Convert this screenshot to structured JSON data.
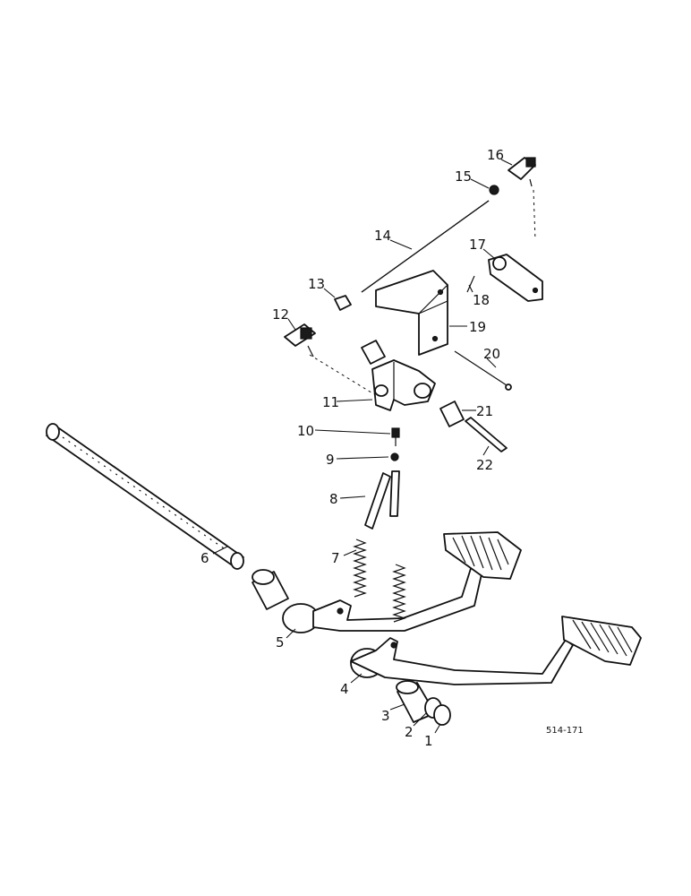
{
  "diagram": {
    "callouts": [
      "1",
      "2",
      "3",
      "4",
      "5",
      "6",
      "7",
      "8",
      "9",
      "10",
      "11",
      "12",
      "13",
      "14",
      "15",
      "16",
      "17",
      "18",
      "19",
      "20",
      "21",
      "22"
    ],
    "drawing_code": "514-171"
  }
}
